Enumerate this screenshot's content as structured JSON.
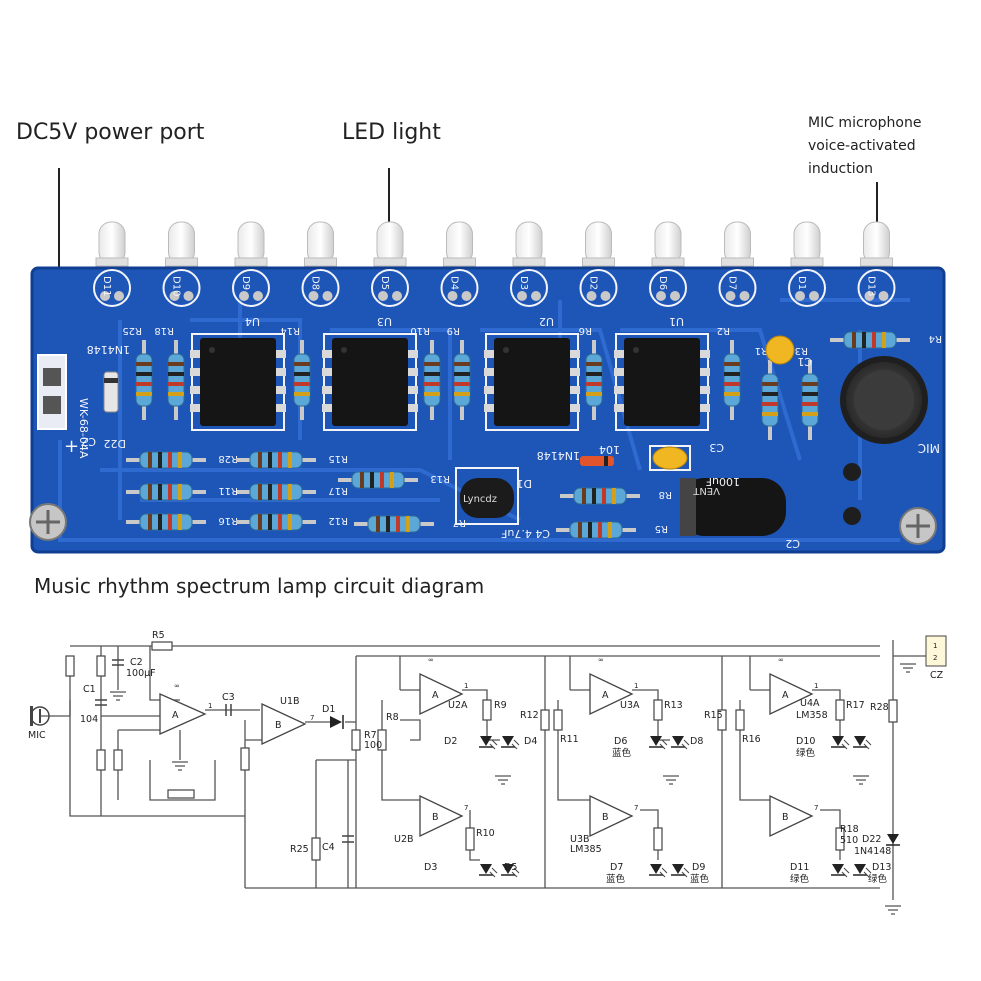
{
  "annotations": {
    "power_port": "DC5V power port",
    "led_light": "LED light",
    "mic_lines": [
      "MIC microphone",
      "voice-activated",
      "induction"
    ],
    "diagram_title": "Music rhythm spectrum lamp circuit diagram"
  },
  "board": {
    "led_labels": [
      "D11",
      "D10",
      "D9",
      "D8",
      "D5",
      "D4",
      "D3",
      "D2",
      "D6",
      "D7",
      "D1",
      "D13"
    ],
    "ic_labels": [
      "U4",
      "U3",
      "U2",
      "U1"
    ],
    "resistor_labels": [
      "R25",
      "R18",
      "R14",
      "R10",
      "R9",
      "R6",
      "R2",
      "R1",
      "R3",
      "R4",
      "R28",
      "R15",
      "R17",
      "R11",
      "R13",
      "R16",
      "R12",
      "R7",
      "R8",
      "R5"
    ],
    "cap_labels": [
      "C1",
      "C2",
      "C3",
      "C4 4.7uF",
      "104",
      "100uF"
    ],
    "misc_labels": [
      "1N4148",
      "WK-68-04A",
      "CZ",
      "D22",
      "+",
      "D1",
      "MIC",
      "1N4148"
    ],
    "electrolytic_text": "VENT",
    "small_cap_text": "Lyncdz"
  },
  "schematic": {
    "labels": {
      "mic": "MIC",
      "c1": "C1",
      "c1v": "104",
      "c2": "C2",
      "c2v": "100μF",
      "r5": "R5",
      "c3": "C3",
      "u1b": "U1B",
      "d1": "D1",
      "r7": "R7",
      "r7v": "100",
      "r8": "R8",
      "r25": "R25",
      "c4": "C4",
      "u2a": "U2A",
      "u2b": "U2B",
      "r9": "R9",
      "r10": "R10",
      "d2": "D2",
      "d4": "D4",
      "d3": "D3",
      "d5": "D5",
      "r12": "R12",
      "r11": "R11",
      "u3a": "U3A",
      "u3b": "U3B",
      "lm385": "LM385",
      "r13": "R13",
      "d6": "D6",
      "d8": "D8",
      "d7": "D7",
      "d9": "D9",
      "blue1": "蓝色",
      "blue2": "蓝色",
      "blue3": "蓝色",
      "r15": "R15",
      "r16": "R16",
      "u4a": "U4A",
      "lm358": "LM358",
      "r17": "R17",
      "d10": "D10",
      "green1": "绿色",
      "r18": "R18",
      "r18v": "510",
      "d11": "D11",
      "d13": "D13",
      "green2": "绿色",
      "green3": "绿色",
      "r28": "R28",
      "d22": "D22",
      "d22v": "1N4148",
      "cz": "CZ",
      "pin1": "1",
      "pin2": "2",
      "opa": "A",
      "opb": "B",
      "out1": "1",
      "out7": "7",
      "star": "∞"
    }
  },
  "colors": {
    "board": "#1e56b8",
    "board_edge": "#103e91",
    "silk": "#f2f4fa",
    "wire": "#555555",
    "ic": "#151515",
    "led_red": "#cc2b2b",
    "cap_yellow": "#f0b722"
  }
}
